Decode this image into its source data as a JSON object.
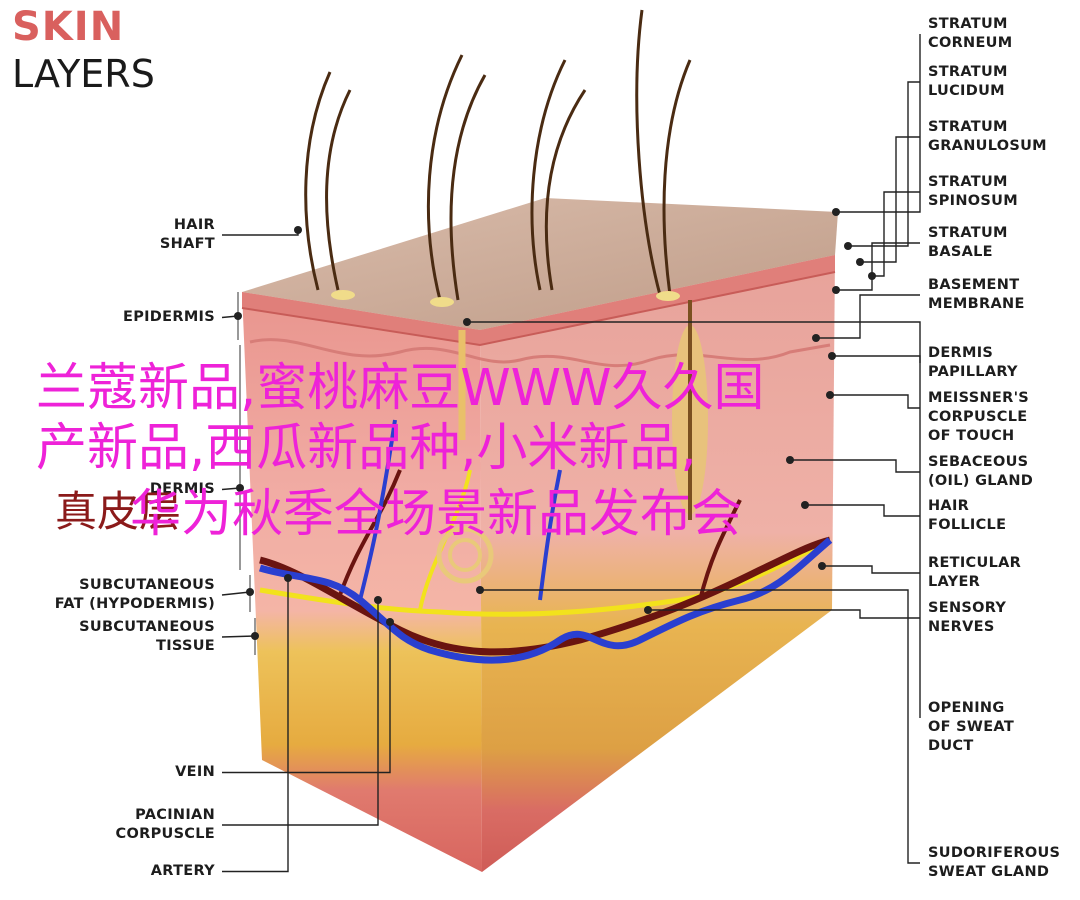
{
  "title": {
    "line1": "SKIN",
    "line2": "LAYERS",
    "line1_color": "#d9605e"
  },
  "left_labels": [
    {
      "id": "hair-shaft",
      "lines": [
        "HAIR",
        "SHAFT"
      ]
    },
    {
      "id": "epidermis",
      "lines": [
        "EPIDERMIS"
      ]
    },
    {
      "id": "dermis",
      "lines": [
        "DERMIS"
      ]
    },
    {
      "id": "subcutaneous-fat",
      "lines": [
        "SUBCUTANEOUS",
        "FAT (HYPODERMIS)"
      ]
    },
    {
      "id": "subcutaneous-tissue",
      "lines": [
        "SUBCUTANEOUS",
        "TISSUE"
      ]
    },
    {
      "id": "vein",
      "lines": [
        "VEIN"
      ]
    },
    {
      "id": "pacinian-corpuscle",
      "lines": [
        "PACINIAN",
        "CORPUSCLE"
      ]
    },
    {
      "id": "artery",
      "lines": [
        "ARTERY"
      ]
    }
  ],
  "right_labels": [
    {
      "id": "stratum-corneum",
      "lines": [
        "STRATUM",
        "CORNEUM"
      ]
    },
    {
      "id": "stratum-lucidum",
      "lines": [
        "STRATUM",
        "LUCIDUM"
      ]
    },
    {
      "id": "stratum-granulosum",
      "lines": [
        "STRATUM",
        "GRANULOSUM"
      ]
    },
    {
      "id": "stratum-spinosum",
      "lines": [
        "STRATUM",
        "SPINOSUM"
      ]
    },
    {
      "id": "stratum-basale",
      "lines": [
        "STRATUM",
        "BASALE"
      ]
    },
    {
      "id": "basement-membrane",
      "lines": [
        "BASEMENT",
        "MEMBRANE"
      ]
    },
    {
      "id": "dermis-papillary",
      "lines": [
        "DERMIS",
        "PAPILLARY"
      ]
    },
    {
      "id": "meissners-corpuscle",
      "lines": [
        "MEISSNER'S",
        "CORPUSCLE",
        "OF TOUCH"
      ]
    },
    {
      "id": "sebaceous-gland",
      "lines": [
        "SEBACEOUS",
        "(OIL) GLAND"
      ]
    },
    {
      "id": "hair-follicle",
      "lines": [
        "HAIR",
        "FOLLICLE"
      ]
    },
    {
      "id": "reticular-layer",
      "lines": [
        "RETICULAR",
        "LAYER"
      ]
    },
    {
      "id": "sensory-nerves",
      "lines": [
        "SENSORY",
        "NERVES"
      ]
    },
    {
      "id": "opening-sweat-duct",
      "lines": [
        "OPENING",
        "OF SWEAT",
        "DUCT"
      ]
    },
    {
      "id": "sudoriferous-gland",
      "lines": [
        "SUDORIFEROUS",
        "SWEAT GLAND"
      ]
    }
  ],
  "overlay_text": {
    "line1": "兰蔻新品,蜜桃麻豆WWW久久国",
    "line2": "产新品,西瓜新品种,小米新品,",
    "line3": "华为秋季全场景新品发布会",
    "color": "#ee22d8"
  },
  "stamp_text": "真皮层",
  "colors": {
    "corneum": "#c9aa98",
    "epidermis_front": "#e89a94",
    "dermis": "#f0a9a3",
    "fat": "#e9b347",
    "tissue": "#e0706c",
    "vein": "#2a3fd0",
    "artery": "#6a1410",
    "nerve": "#f2e21c",
    "hair": "#4a2b12",
    "leader": "#222222",
    "label_text": "#1d1d1d"
  }
}
